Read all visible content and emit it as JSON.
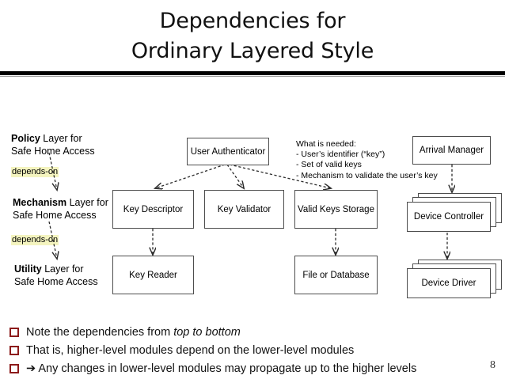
{
  "slide": {
    "title": "Dependencies for\nOrdinary Layered Style",
    "page_number": "8"
  },
  "layers": [
    {
      "id": "policy",
      "bold": "Policy",
      "rest": " Layer for",
      "line2": "Safe Home Access"
    },
    {
      "id": "mechanism",
      "bold": "Mechanism",
      "rest": " Layer for",
      "line2": "Safe Home Access"
    },
    {
      "id": "utility",
      "bold": "Utility",
      "rest": " Layer for",
      "line2": "Safe Home Access"
    }
  ],
  "depends_tags": [
    {
      "label": "depends-on"
    },
    {
      "label": "depends-on"
    }
  ],
  "boxes": {
    "user_authenticator": "User Authenticator",
    "key_descriptor": "Key Descriptor",
    "key_validator": "Key Validator",
    "valid_keys_storage": "Valid Keys Storage",
    "key_reader": "Key Reader",
    "file_or_database": "File or Database",
    "arrival_manager": "Arrival Manager",
    "device_controller": "Device Controller",
    "device_driver": "Device Driver"
  },
  "note": {
    "heading": "What is needed:",
    "items": [
      "- User’s identifier (“key”)",
      "- Set of valid keys",
      "- Mechanism to validate the user’s key"
    ],
    "full_text": "What is needed:\n - User’s identifier (“key”)\n - Set of valid keys\n - Mechanism to validate the user’s key"
  },
  "bullets": [
    {
      "pre": "Note the dependencies from ",
      "em": "top to bottom",
      "post": ""
    },
    {
      "pre": "That is, higher-level modules depend on the lower-level modules",
      "em": "",
      "post": ""
    },
    {
      "pre": "➔ Any changes in lower-level modules may propagate up to the higher levels",
      "em": "",
      "post": ""
    }
  ],
  "colors": {
    "bullet_marker": "#8c1a1a",
    "highlight": "#f4f4bf",
    "box_border": "#4d4d4d",
    "rule": "#000000"
  }
}
